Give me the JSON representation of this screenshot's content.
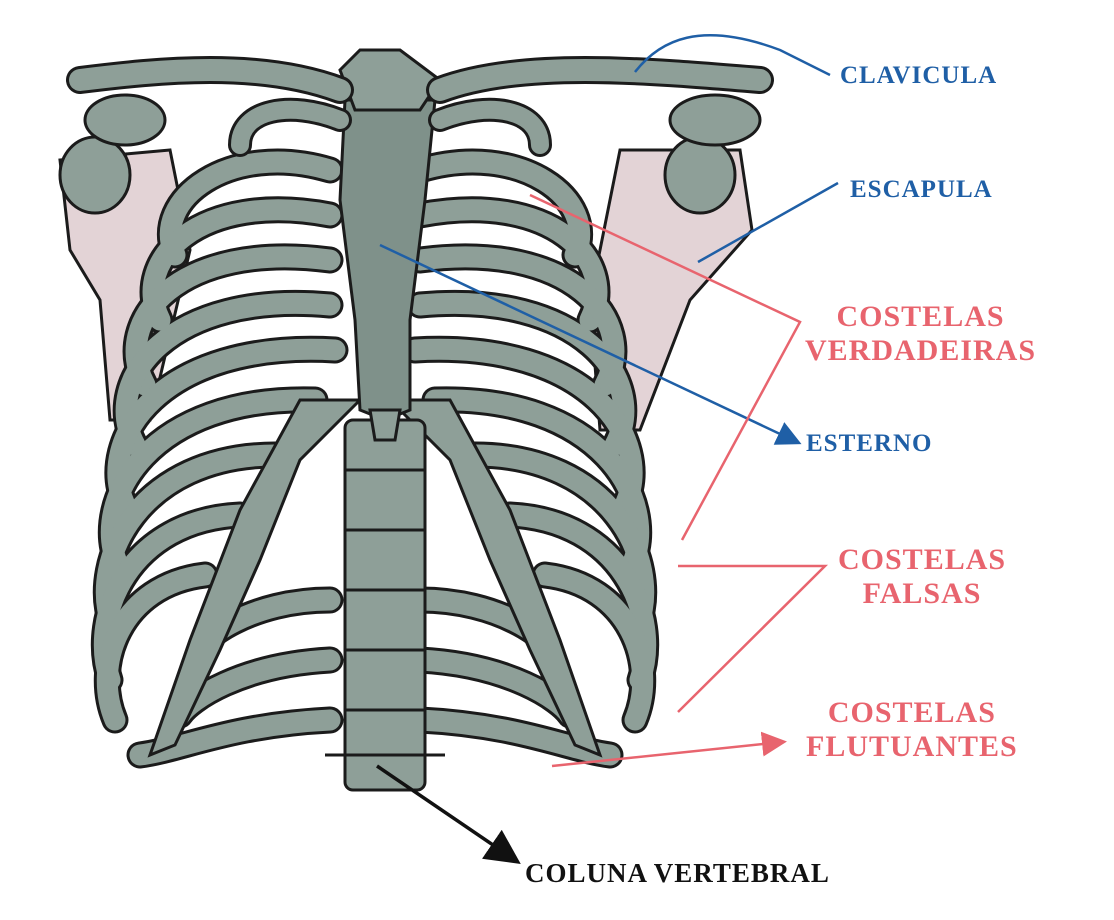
{
  "labels": {
    "clavicula": "CLAVICULA",
    "escapula": "ESCAPULA",
    "costelas_verdadeiras": [
      "COSTELAS",
      "VERDADEIRAS"
    ],
    "esterno": "ESTERNO",
    "costelas_falsas": [
      "COSTELAS",
      "FALSAS"
    ],
    "costelas_flutuantes": [
      "COSTELAS",
      "FLUTUANTES"
    ],
    "coluna_vertebral": "COLUNA VERTEBRAL"
  },
  "colors": {
    "blue_label": "#1f5fa6",
    "red_label": "#e8646e",
    "black_label": "#111111",
    "bone_fill": "#8e9f98",
    "bone_shadow": "#5f7069",
    "outline": "#1b1b1b",
    "scapula_fill": "#e3d3d6"
  }
}
